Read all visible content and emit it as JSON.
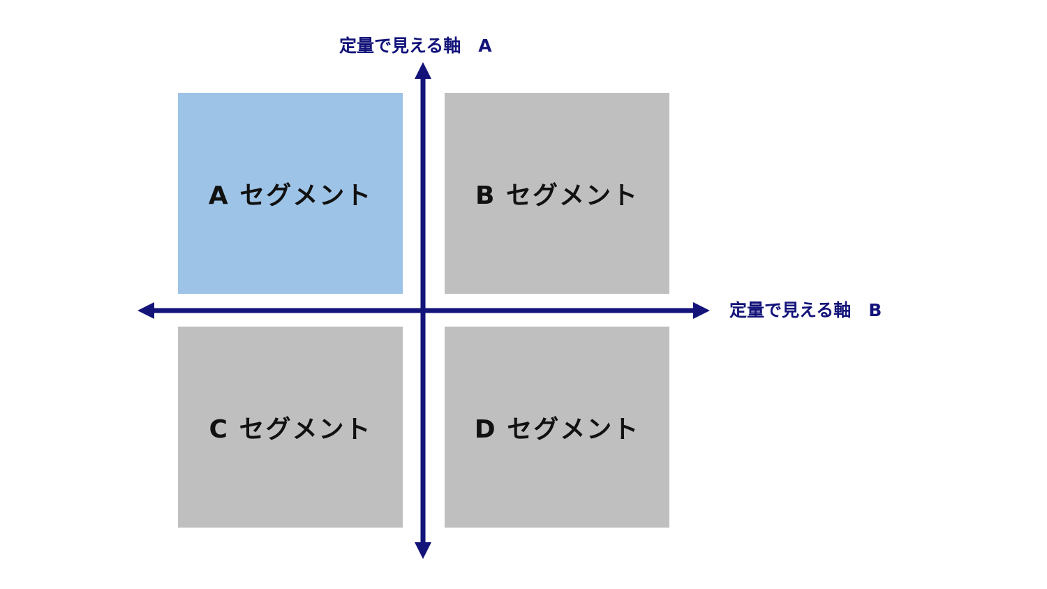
{
  "colors": {
    "axis": "#13137a",
    "highlight_fill": "#9dc3e6",
    "default_fill": "#bfbfbf",
    "label_text": "#111111"
  },
  "axes": {
    "vertical_label": "定量で見える軸　A",
    "horizontal_label": "定量で見える軸　B"
  },
  "segments": [
    {
      "id": "a",
      "label": "A セグメント",
      "highlighted": true
    },
    {
      "id": "b",
      "label": "B セグメント",
      "highlighted": false
    },
    {
      "id": "c",
      "label": "C セグメント",
      "highlighted": false
    },
    {
      "id": "d",
      "label": "D セグメント",
      "highlighted": false
    }
  ]
}
